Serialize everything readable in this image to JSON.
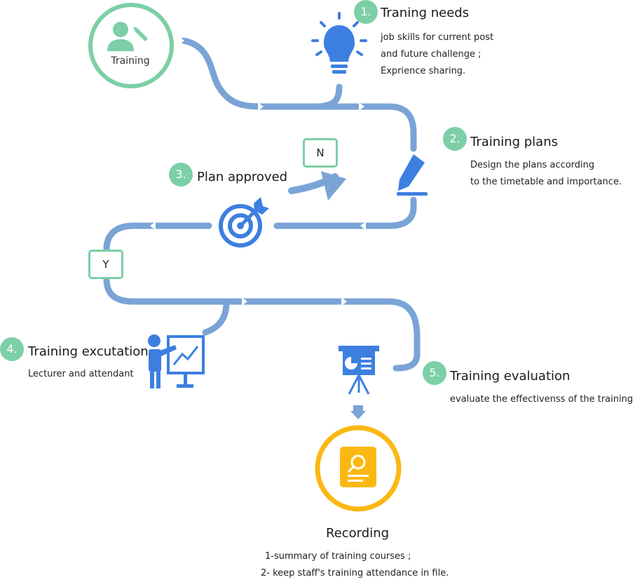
{
  "start": {
    "label": "Training"
  },
  "steps": [
    {
      "num": "1.",
      "title": "Traning needs",
      "lines": [
        "job skills for current post",
        "and future challenge ;",
        "Exprience sharing."
      ]
    },
    {
      "num": "2.",
      "title": "Training plans",
      "lines": [
        "Design the plans according",
        "to the timetable and importance."
      ]
    },
    {
      "num": "3.",
      "title": "Plan approved",
      "lines": []
    },
    {
      "num": "4.",
      "title": "Training excutation",
      "lines": [
        "Lecturer and attendant"
      ]
    },
    {
      "num": "5.",
      "title": "Training evaluation",
      "lines": [
        "evaluate the effectivenss of the training"
      ]
    }
  ],
  "decision": {
    "no_label": "N",
    "yes_label": "Y"
  },
  "recording": {
    "title": "Recording",
    "lines": [
      "1-summary of training courses ;",
      "2- keep staff's training attendance in file."
    ]
  },
  "colors": {
    "path": "#7aa4d6",
    "icon": "#3d7fe0",
    "green": "#7ccfa6",
    "yellow": "#fbb813"
  },
  "icons": [
    "person-edit-icon",
    "lightbulb-icon",
    "pen-icon",
    "target-arrow-icon",
    "presenter-chart-icon",
    "easel-chart-icon",
    "document-search-icon"
  ]
}
